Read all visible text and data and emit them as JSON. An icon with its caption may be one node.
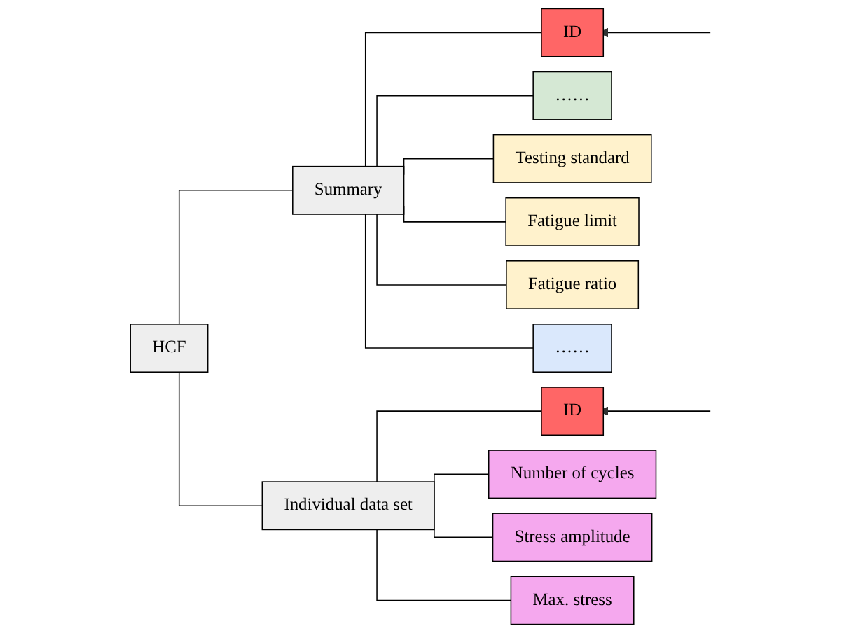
{
  "diagram": {
    "nodes": [
      {
        "text": [
          "HCF"
        ]
      },
      {
        "text": [
          "Summary"
        ]
      },
      {
        "text": [
          "Individual data set"
        ]
      },
      {
        "text": [
          "ID"
        ]
      },
      {
        "text": [
          "……"
        ]
      },
      {
        "text": [
          "Testing standard"
        ]
      },
      {
        "text": [
          "Fatigue limit"
        ]
      },
      {
        "text": [
          "Fatigue ratio"
        ]
      },
      {
        "text": [
          "……"
        ]
      },
      {
        "text": [
          "ID"
        ]
      },
      {
        "text": [
          "Number of cycles"
        ]
      },
      {
        "text": [
          "Stress amplitude"
        ]
      },
      {
        "text": [
          "Max. stress"
        ]
      }
    ],
    "edges": [
      {
        "from": 0,
        "to": 1,
        "arrow": "none"
      },
      {
        "from": 0,
        "to": 2,
        "arrow": "none"
      },
      {
        "from": 1,
        "to": 3,
        "arrow": "none"
      },
      {
        "from": 1,
        "to": 4,
        "arrow": "none"
      },
      {
        "from": 1,
        "to": 5,
        "arrow": "none"
      },
      {
        "from": 1,
        "to": 6,
        "arrow": "none"
      },
      {
        "from": 1,
        "to": 7,
        "arrow": "none"
      },
      {
        "from": 1,
        "to": 8,
        "arrow": "none"
      },
      {
        "from": 2,
        "to": 9,
        "arrow": "none"
      },
      {
        "from": 2,
        "to": 10,
        "arrow": "none"
      },
      {
        "from": 2,
        "to": 11,
        "arrow": "none"
      },
      {
        "from": 2,
        "to": 12,
        "arrow": "none"
      },
      {
        "from": null,
        "to": 3,
        "arrow": "to"
      },
      {
        "from": null,
        "to": 9,
        "arrow": "to"
      }
    ]
  }
}
